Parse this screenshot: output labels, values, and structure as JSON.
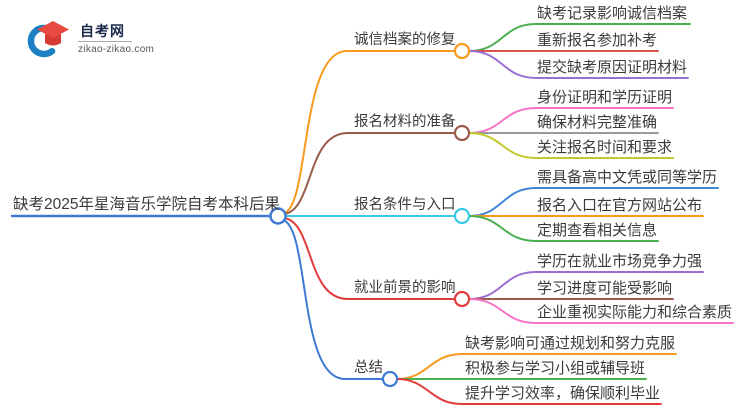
{
  "logo": {
    "site_name": "自考网",
    "site_url": "zikao-zikao.com",
    "icon": "graduation-cap-icon",
    "cap_color": "#e84a42",
    "cap_dark_color": "#d63a34",
    "swoosh_color": "#1d7fc4"
  },
  "mindmap": {
    "central": {
      "label": "缺考2025年星海音乐学院自考本科后果",
      "color": "#3e7ad2"
    },
    "branches": [
      {
        "label": "诚信档案的修复",
        "color": "#f79b1f",
        "children": [
          {
            "text": "缺考记录影响诚信档案",
            "color": "#4caf50"
          },
          {
            "text": "重新报名参加补考",
            "color": "#d9534f"
          },
          {
            "text": "提交缺考原因证明材料",
            "color": "#9b6fd0"
          }
        ]
      },
      {
        "label": "报名材料的准备",
        "color": "#9a5b4b",
        "children": [
          {
            "text": "身份证明和学历证明",
            "color": "#f873c6"
          },
          {
            "text": "确保材料完整准确",
            "color": "#9a9a9a"
          },
          {
            "text": "关注报名时间和要求",
            "color": "#c2c82d"
          }
        ]
      },
      {
        "label": "报名条件与入口",
        "color": "#3cc9e8",
        "children": [
          {
            "text": "需具备高中文凭或同等学历",
            "color": "#3f86d6"
          },
          {
            "text": "报名入口在官方网站公布",
            "color": "#f79b1f"
          },
          {
            "text": "定期查看相关信息",
            "color": "#4caf50"
          }
        ]
      },
      {
        "label": "就业前景的影响",
        "color": "#e23c3c",
        "children": [
          {
            "text": "学历在就业市场竞争力强",
            "color": "#9b6fd0"
          },
          {
            "text": "学习进度可能受影响",
            "color": "#a05b50"
          },
          {
            "text": "企业重视实际能力和综合素质",
            "color": "#f873c6"
          }
        ]
      },
      {
        "label": "总结",
        "color": "#3e7ad2",
        "children": [
          {
            "text": "缺考影响可通过规划和努力克服",
            "color": "#f79b1f"
          },
          {
            "text": "积极参与学习小组或辅导班",
            "color": "#4caf50"
          },
          {
            "text": "提升学习效率，确保顺利毕业",
            "color": "#e23c3c"
          }
        ]
      }
    ]
  }
}
